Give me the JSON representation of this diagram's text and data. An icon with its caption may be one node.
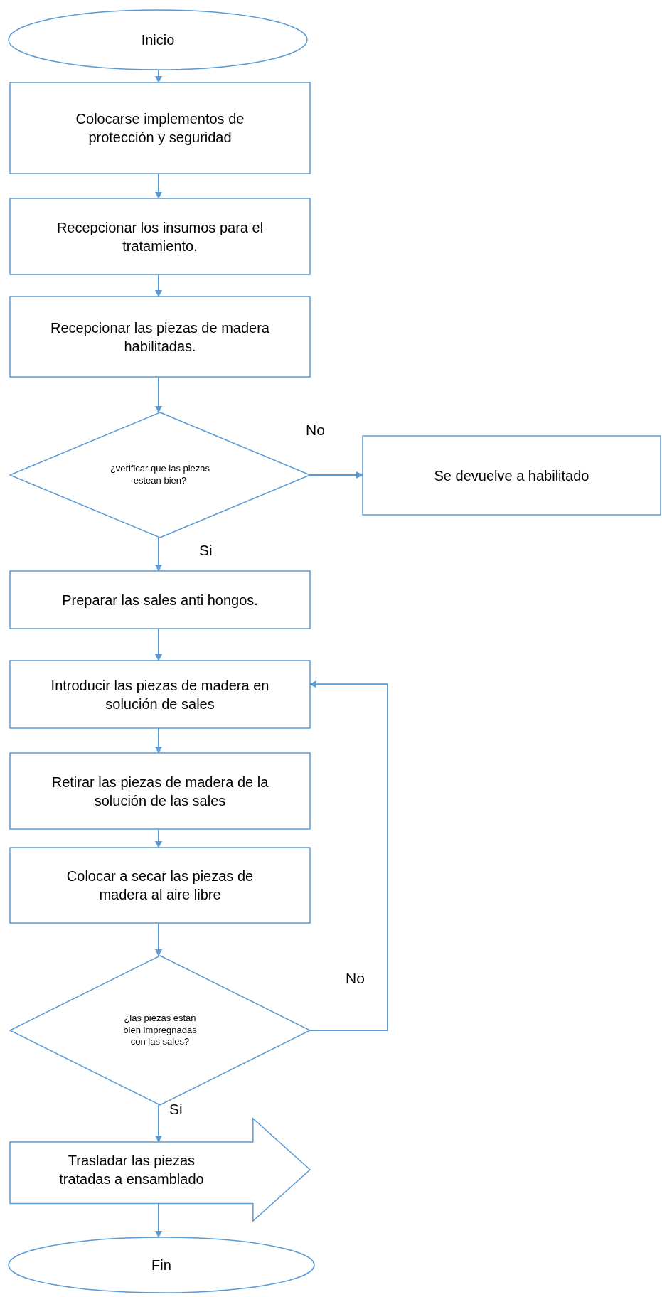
{
  "diagram": {
    "nodes": [
      {
        "text": [
          "Inicio"
        ]
      },
      {
        "text": [
          "Colocarse implementos de protección y seguridad"
        ]
      },
      {
        "text": [
          "Recepcionar los insumos para el tratamiento."
        ]
      },
      {
        "text": [
          "Recepcionar las piezas de madera habilitadas."
        ]
      },
      {
        "text": [
          "¿verificar que las piezas estean bien?"
        ]
      },
      {
        "text": [
          "Se devuelve a habilitado"
        ]
      },
      {
        "text": [
          "Preparar las sales anti hongos."
        ]
      },
      {
        "text": [
          "Introducir las piezas de madera en solución de sales"
        ]
      },
      {
        "text": [
          "Retirar las piezas de madera de la solución de las sales"
        ]
      },
      {
        "text": [
          "Colocar a secar las piezas de madera al aire libre"
        ]
      },
      {
        "text": [
          "¿las piezas están bien impregnadas con las sales?"
        ]
      },
      {
        "text": [
          "Trasladar las piezas tratadas a ensamblado"
        ]
      },
      {
        "text": [
          "Fin"
        ]
      }
    ],
    "edges": [
      {
        "from": 0,
        "to": 1,
        "arrow": "to"
      },
      {
        "from": 1,
        "to": 2,
        "arrow": "to"
      },
      {
        "from": 2,
        "to": 3,
        "arrow": "to"
      },
      {
        "from": 3,
        "to": 4,
        "arrow": "to"
      },
      {
        "from": 4,
        "to": 5,
        "arrow": "to",
        "label": "No"
      },
      {
        "from": 4,
        "to": 6,
        "arrow": "to",
        "label": "Si"
      },
      {
        "from": 6,
        "to": 7,
        "arrow": "to"
      },
      {
        "from": 7,
        "to": 8,
        "arrow": "to"
      },
      {
        "from": 8,
        "to": 9,
        "arrow": "to"
      },
      {
        "from": 9,
        "to": 10,
        "arrow": "to"
      },
      {
        "from": 10,
        "to": 7,
        "arrow": "to",
        "label": "No"
      },
      {
        "from": 10,
        "to": 11,
        "arrow": "to",
        "label": "Si"
      },
      {
        "from": 11,
        "to": 12,
        "arrow": "to"
      }
    ]
  }
}
